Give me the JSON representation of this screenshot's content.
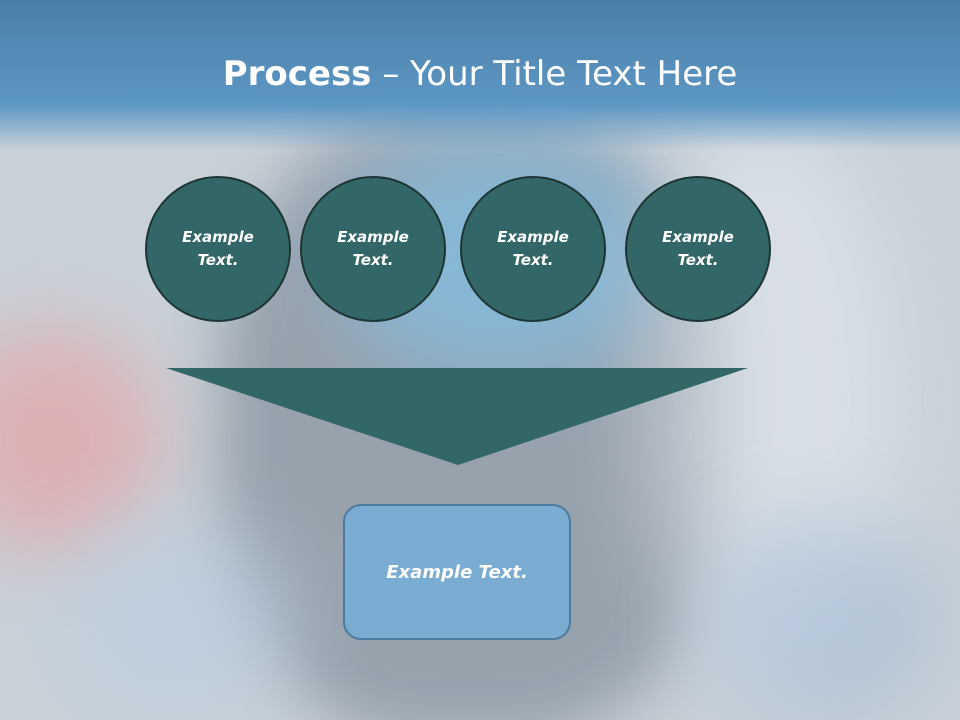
{
  "slide": {
    "title_bold": "Process",
    "title_rest": " – Your Title Text Here"
  },
  "steps": [
    {
      "label": "Example Text."
    },
    {
      "label": "Example Text."
    },
    {
      "label": "Example Text."
    },
    {
      "label": "Example Text."
    }
  ],
  "result": {
    "label": "Example Text."
  },
  "colors": {
    "header": "#5d97c4",
    "step_fill": "#336666",
    "funnel_fill": "#336666",
    "result_fill": "#7aabd0"
  }
}
